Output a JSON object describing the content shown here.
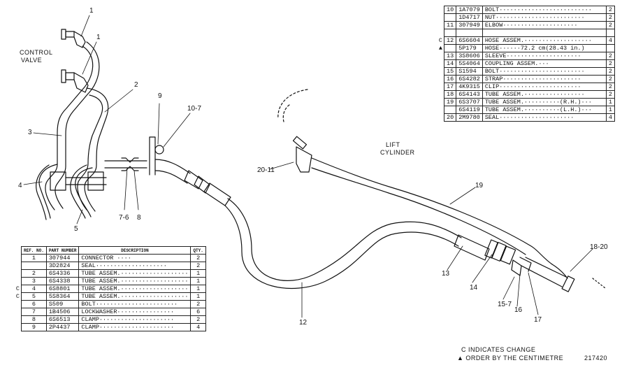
{
  "labels": {
    "control_valve": [
      "CONTROL",
      "VALVE"
    ],
    "lift_cylinder": [
      "LIFT",
      "CYLINDER"
    ],
    "legend_change": "C INDICATES CHANGE",
    "legend_order": "▲ ORDER BY THE CENTIMETRE",
    "figure_number": "217420"
  },
  "callouts": [
    "1",
    "1",
    "2",
    "3",
    "4",
    "5",
    "7-6",
    "8",
    "9",
    "10-7",
    "20-11",
    "19",
    "12",
    "13",
    "14",
    "15-7",
    "16",
    "17",
    "18-20"
  ],
  "table_top": {
    "rows": [
      {
        "mark": "",
        "ref": "10",
        "part": "1A7079",
        "desc": "BOLT··························",
        "qty": "2"
      },
      {
        "mark": "",
        "ref": "",
        "part": "1D4717",
        "desc": "NUT·························",
        "qty": "2"
      },
      {
        "mark": "",
        "ref": "11",
        "part": "307949",
        "desc": "ELBOW·····················",
        "qty": "2"
      },
      {
        "mark": "",
        "ref": "",
        "part": "",
        "desc": "",
        "qty": ""
      },
      {
        "mark": "C",
        "ref": "12",
        "part": "6S6604",
        "desc": "HOSE ASSEM.···················",
        "qty": "4"
      },
      {
        "mark": "▲",
        "ref": "",
        "part": "5P179",
        "desc": "  HOSE······72.2 cm(28.43 in.)",
        "qty": ""
      },
      {
        "mark": "",
        "ref": "13",
        "part": "3S8606",
        "desc": "  SLEEVE·····················",
        "qty": "2"
      },
      {
        "mark": "",
        "ref": "14",
        "part": "5S4064",
        "desc": "  COUPLING ASSEM.···",
        "qty": "2"
      },
      {
        "mark": "",
        "ref": "15",
        "part": "S1594",
        "desc": "BOLT························",
        "qty": "2"
      },
      {
        "mark": "",
        "ref": "16",
        "part": "6S4282",
        "desc": "STRAP······················",
        "qty": "2"
      },
      {
        "mark": "",
        "ref": "17",
        "part": "4K9315",
        "desc": "CLIP·······················",
        "qty": "2"
      },
      {
        "mark": "",
        "ref": "18",
        "part": "6S4143",
        "desc": "TUBE ASSEM.·················",
        "qty": "2"
      },
      {
        "mark": "",
        "ref": "19",
        "part": "6S3707",
        "desc": "TUBE ASSEM.··········(R.H.)···",
        "qty": "1"
      },
      {
        "mark": "",
        "ref": "",
        "part": "6S4119",
        "desc": "TUBE ASSEM.··········(L.H.)···",
        "qty": "1"
      },
      {
        "mark": "",
        "ref": "20",
        "part": "2M9780",
        "desc": "SEAL·····················",
        "qty": "4"
      }
    ]
  },
  "table_bottom": {
    "headers": {
      "ref": "REF. NO.",
      "part": "PART NUMBER",
      "desc": "DESCRIPTION",
      "qty": "QTY."
    },
    "rows": [
      {
        "mark": "",
        "ref": "1",
        "part": "307944",
        "desc": "CONNECTOR ····",
        "qty": "2"
      },
      {
        "mark": "",
        "ref": "",
        "part": "3D2824",
        "desc": "SEAL····················",
        "qty": "2"
      },
      {
        "mark": "",
        "ref": "2",
        "part": "6S4336",
        "desc": "TUBE ASSEM.···················",
        "qty": "1"
      },
      {
        "mark": "",
        "ref": "3",
        "part": "6S4338",
        "desc": "TUBE ASSEM.···················",
        "qty": "1"
      },
      {
        "mark": "C",
        "ref": "4",
        "part": "6S8801",
        "desc": "TUBE ASSEM.···················",
        "qty": "1"
      },
      {
        "mark": "C",
        "ref": "5",
        "part": "5S8364",
        "desc": "TUBE ASSEM.···················",
        "qty": "1"
      },
      {
        "mark": "",
        "ref": "6",
        "part": "S509",
        "desc": "BOLT·······················",
        "qty": "2"
      },
      {
        "mark": "",
        "ref": "7",
        "part": "1B4506",
        "desc": "LOCKWASHER················",
        "qty": "6"
      },
      {
        "mark": "",
        "ref": "8",
        "part": "6S6513",
        "desc": "CLAMP·····················",
        "qty": "2"
      },
      {
        "mark": "",
        "ref": "9",
        "part": "2P4437",
        "desc": "CLAMP·····················",
        "qty": "4"
      }
    ]
  }
}
